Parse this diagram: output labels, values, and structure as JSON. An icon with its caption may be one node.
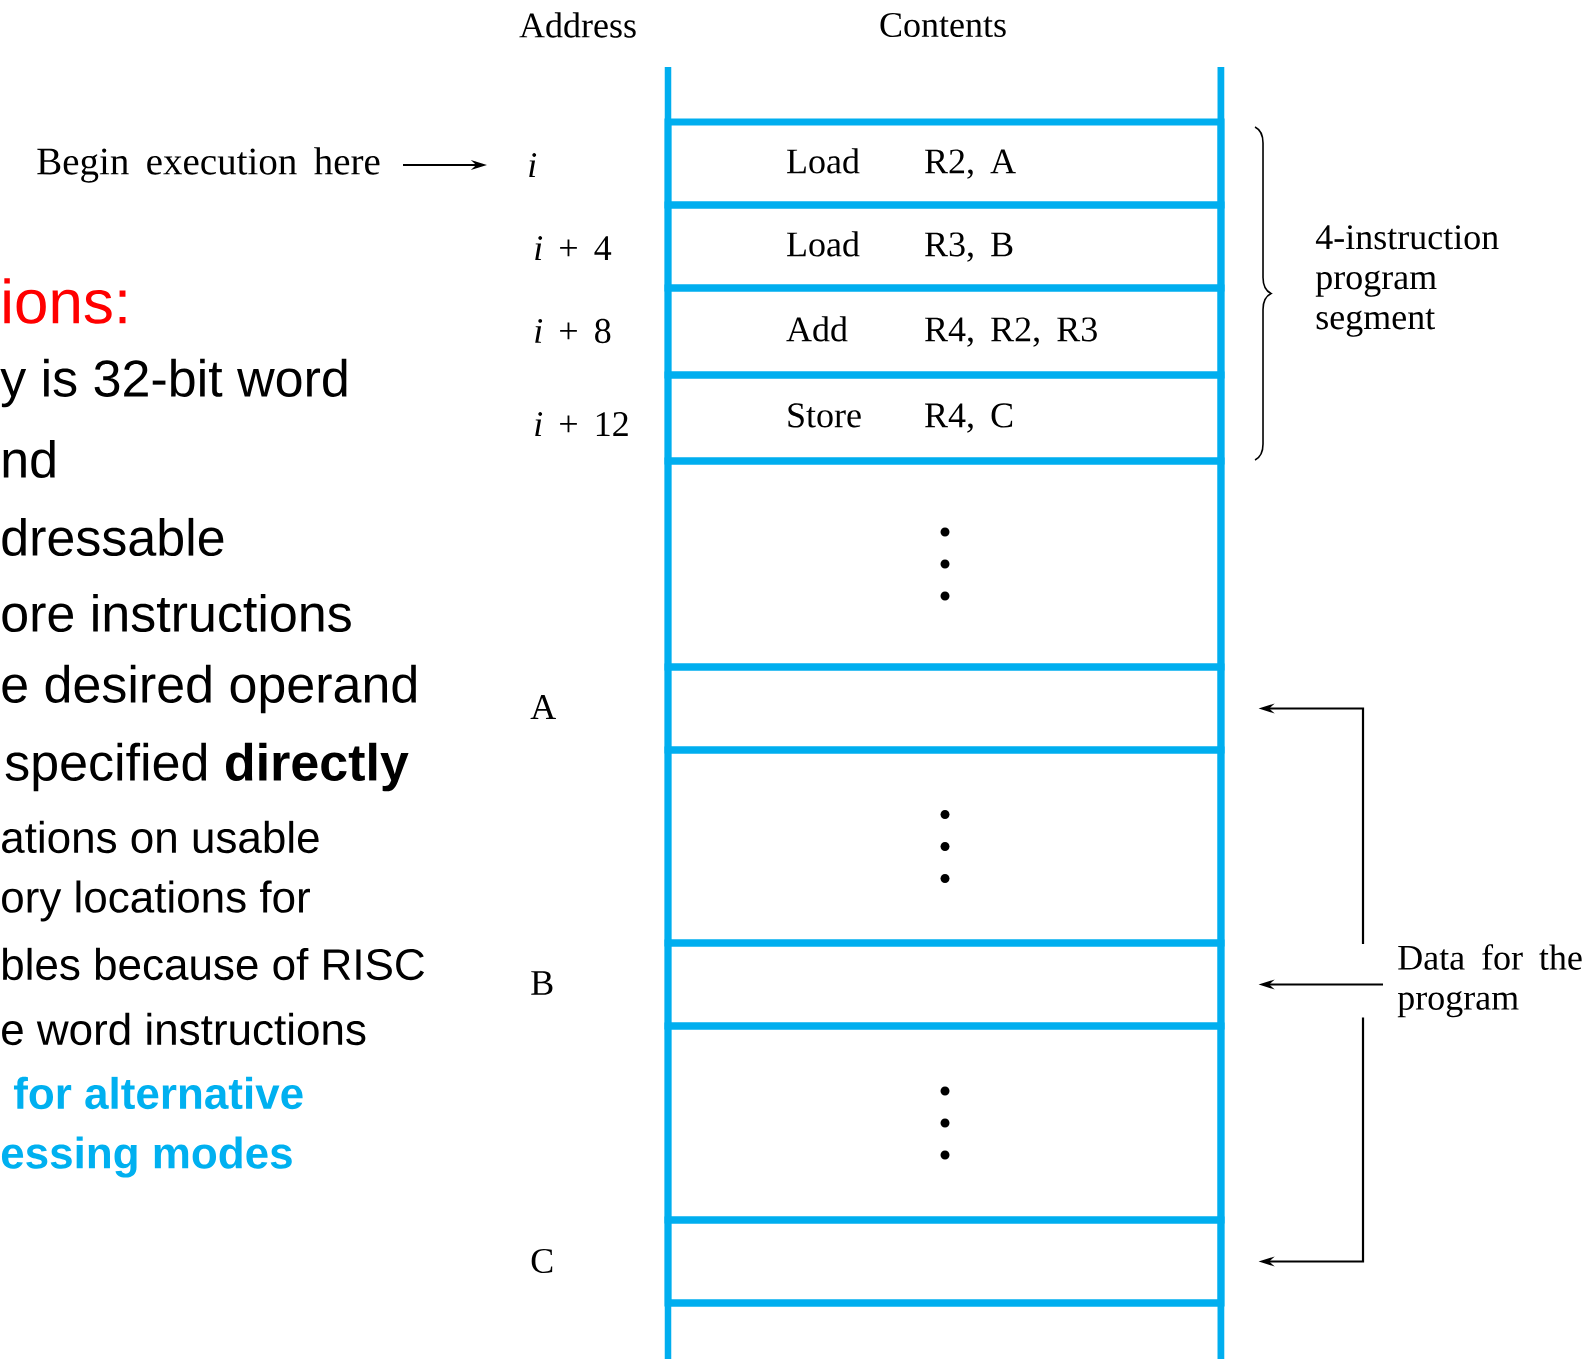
{
  "diagram": {
    "nodes": [
      {
        "text": [
          "Begin execution here"
        ]
      },
      {
        "text": [
          "i"
        ]
      },
      {
        "text": [
          "Load",
          "R2, A"
        ]
      },
      {
        "text": [
          "Load",
          "R3, B"
        ]
      },
      {
        "text": [
          "Add",
          "R4, R2, R3"
        ]
      },
      {
        "text": [
          "Store",
          "R4, C"
        ]
      },
      {
        "text": [],
        "shape": "box"
      },
      {
        "text": [],
        "shape": "box"
      },
      {
        "text": [],
        "shape": "box"
      },
      {
        "text": [],
        "shape": "box"
      },
      {
        "text": [],
        "shape": "box"
      },
      {
        "text": [],
        "shape": "box"
      },
      {
        "text": [
          "Data for the program"
        ]
      }
    ],
    "edges": [
      {
        "from": 0,
        "to": 1,
        "arrow": "to"
      },
      {
        "from": 12,
        "to": 7,
        "arrow": "to"
      },
      {
        "from": 12,
        "to": 9,
        "arrow": "to"
      },
      {
        "from": 12,
        "to": 11,
        "arrow": "to"
      }
    ],
    "labels": [
      "Address",
      "Contents",
      "4-instruction program segment",
      "ions:",
      "y is 32-bit word",
      "nd",
      "dressable",
      "ore instructions",
      "e desired operand",
      "specified **directly**",
      "ations on usable",
      "ory locations for",
      "bles because of RISC",
      "e word instructions",
      "for alternative",
      "essing modes",
      "*i* + 4",
      "*i* + 8",
      "*i* + 12",
      "A",
      "B",
      "C"
    ]
  }
}
